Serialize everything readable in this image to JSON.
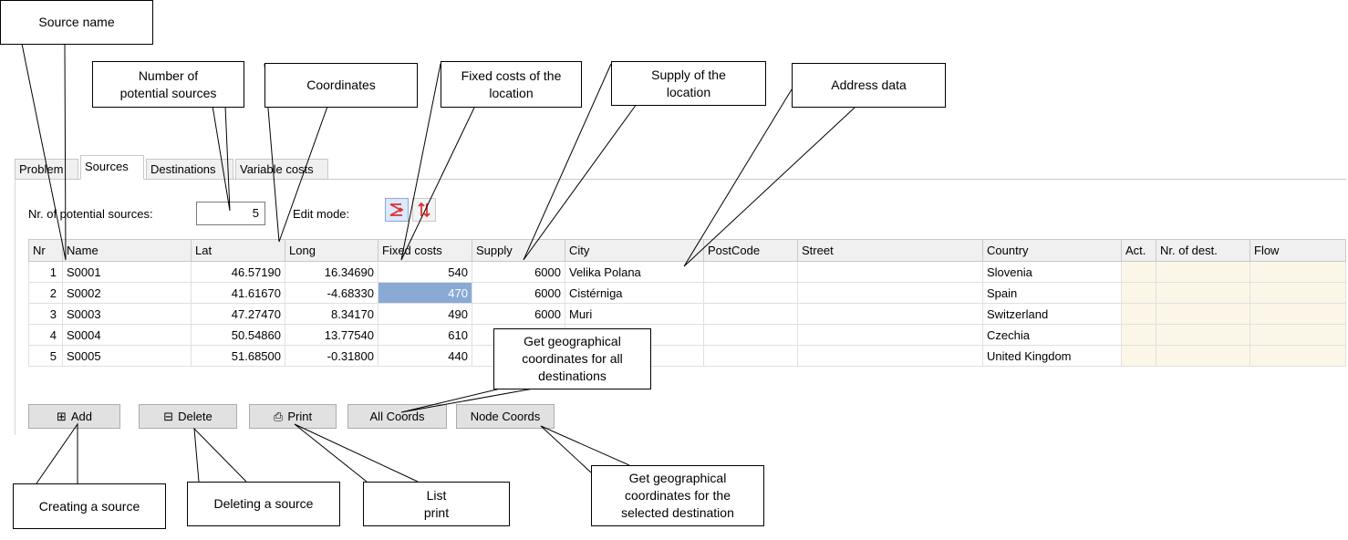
{
  "tabs": [
    "Problem",
    "Sources",
    "Destinations",
    "Variable costs"
  ],
  "form": {
    "nr_label": "Nr. of potential sources:",
    "nr_value": "5",
    "edit_mode_label": "Edit mode:"
  },
  "table": {
    "columns": [
      "Nr",
      "Name",
      "Lat",
      "Long",
      "Fixed costs",
      "Supply",
      "City",
      "PostCode",
      "Street",
      "Country",
      "Act.",
      "Nr. of dest.",
      "Flow"
    ],
    "rows": [
      {
        "nr": "1",
        "name": "S0001",
        "lat": "46.57190",
        "long": "16.34690",
        "fixed": "540",
        "supply": "6000",
        "city": "Velika Polana",
        "postcode": "",
        "street": "",
        "country": "Slovenia"
      },
      {
        "nr": "2",
        "name": "S0002",
        "lat": "41.61670",
        "long": "-4.68330",
        "fixed": "470",
        "supply": "6000",
        "city": "Cistérniga",
        "postcode": "",
        "street": "",
        "country": "Spain"
      },
      {
        "nr": "3",
        "name": "S0003",
        "lat": "47.27470",
        "long": "8.34170",
        "fixed": "490",
        "supply": "6000",
        "city": "Muri",
        "postcode": "",
        "street": "",
        "country": "Switzerland"
      },
      {
        "nr": "4",
        "name": "S0004",
        "lat": "50.54860",
        "long": "13.77540",
        "fixed": "610",
        "supply": "",
        "city": "",
        "postcode": "",
        "street": "",
        "country": "Czechia"
      },
      {
        "nr": "5",
        "name": "S0005",
        "lat": "51.68500",
        "long": "-0.31800",
        "fixed": "440",
        "supply": "",
        "city": "",
        "postcode": "",
        "street": "",
        "country": "United Kingdom"
      }
    ]
  },
  "buttons": {
    "add": "Add",
    "delete": "Delete",
    "print": "Print",
    "all_coords": "All Coords",
    "node_coords": "Node Coords"
  },
  "icons": {
    "add": "add-row-icon",
    "delete": "delete-row-icon",
    "print": "printer-icon",
    "mode1": "edit-mode-grid-icon",
    "mode2": "edit-mode-sort-icon"
  },
  "callouts": {
    "source_name": "Source name",
    "number_sources": [
      "Number of",
      "potential sources"
    ],
    "coordinates": "Coordinates",
    "fixed_costs": [
      "Fixed costs of the",
      "location"
    ],
    "supply": [
      "Supply of the",
      "location"
    ],
    "address": "Address data",
    "get_all": [
      "Get geographical",
      "coordinates for all",
      "destinations"
    ],
    "creating": "Creating a source",
    "deleting": "Deleting a source",
    "list_print": [
      "List",
      "print"
    ],
    "get_selected": [
      "Get geographical",
      "coordinates for the",
      "selected destination"
    ]
  },
  "colors": {
    "selected_cell": "#8aaad6",
    "result_column": "#fbf6e8",
    "mode_active": "#dce8fb",
    "mode_icon": "#e03030"
  }
}
